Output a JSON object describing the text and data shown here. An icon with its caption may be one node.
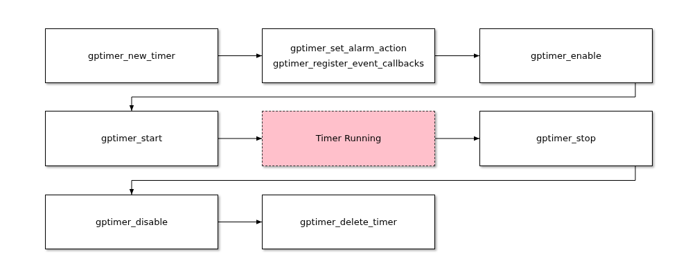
{
  "diagram": {
    "nodes": [
      {
        "text": [
          "gptimer_new_timer"
        ]
      },
      {
        "text": [
          "gptimer_set_alarm_action",
          "gptimer_register_event_callbacks"
        ]
      },
      {
        "text": [
          "gptimer_enable"
        ]
      },
      {
        "text": [
          "gptimer_start"
        ]
      },
      {
        "text": [
          "Timer Running"
        ]
      },
      {
        "text": [
          "gptimer_stop"
        ]
      },
      {
        "text": [
          "gptimer_disable"
        ]
      },
      {
        "text": [
          "gptimer_delete_timer"
        ]
      }
    ],
    "edges": [
      {
        "from": 0,
        "to": 1,
        "arrow": "to"
      },
      {
        "from": 1,
        "to": 2,
        "arrow": "to"
      },
      {
        "from": 2,
        "to": 3,
        "arrow": "to"
      },
      {
        "from": 3,
        "to": 4,
        "arrow": "to"
      },
      {
        "from": 4,
        "to": 5,
        "arrow": "to"
      },
      {
        "from": 5,
        "to": 6,
        "arrow": "to"
      },
      {
        "from": 6,
        "to": 7,
        "arrow": "to"
      }
    ]
  }
}
